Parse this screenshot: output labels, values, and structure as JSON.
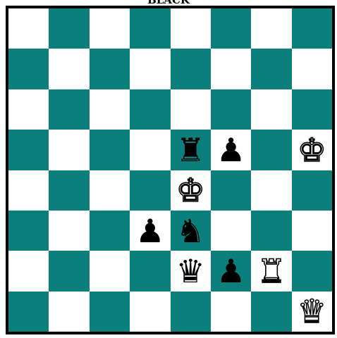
{
  "caption": "BLACK",
  "board": {
    "light_color": "#ffffff",
    "dark_color": "#0b7f7b",
    "orientation": "black-bottom",
    "pieces": [
      {
        "square": "a8",
        "color": "white",
        "type": "queen",
        "glyph": "♛"
      },
      {
        "square": "d7",
        "color": "black",
        "type": "queen",
        "glyph": "♛"
      },
      {
        "square": "c7",
        "color": "black",
        "type": "pawn",
        "glyph": "♟"
      },
      {
        "square": "b7",
        "color": "white",
        "type": "rook",
        "glyph": "♜"
      },
      {
        "square": "e6",
        "color": "black",
        "type": "pawn",
        "glyph": "♟"
      },
      {
        "square": "d6",
        "color": "black",
        "type": "knight",
        "glyph": "♞"
      },
      {
        "square": "d5",
        "color": "white",
        "type": "king",
        "glyph": "♚"
      },
      {
        "square": "d4",
        "color": "black",
        "type": "rook",
        "glyph": "♜"
      },
      {
        "square": "c4",
        "color": "black",
        "type": "pawn",
        "glyph": "♟"
      },
      {
        "square": "a4",
        "color": "white",
        "type": "king",
        "glyph": "♚"
      }
    ]
  }
}
